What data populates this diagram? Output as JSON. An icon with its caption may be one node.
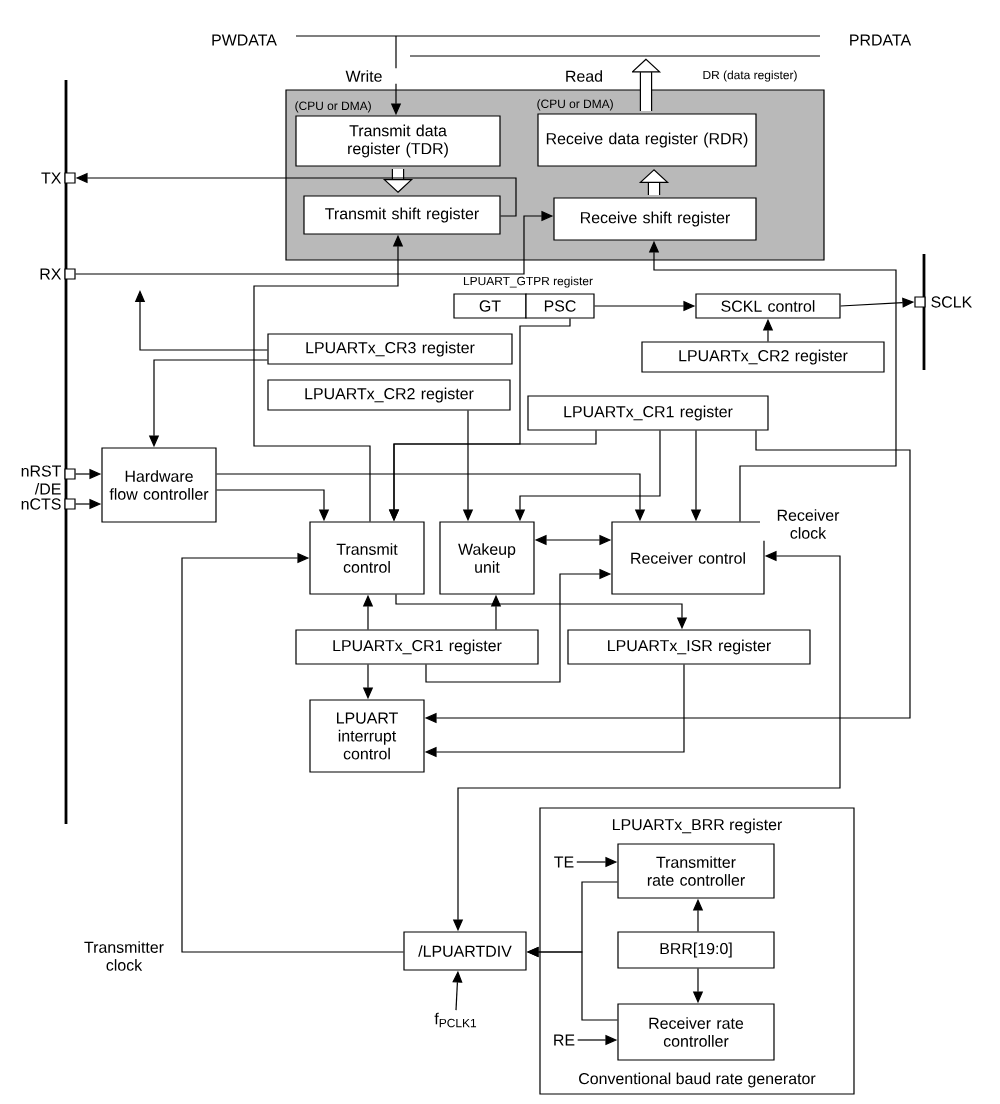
{
  "diagram": {
    "nodes": [
      {
        "text": [
          "DR (data register)"
        ]
      },
      {
        "text": [
          "Transmit data register (TDR)"
        ],
        "in": 0,
        "beside": [
          "(CPU or DMA)"
        ]
      },
      {
        "text": [
          "Receive data register (RDR)"
        ],
        "in": 0,
        "beside": [
          "(CPU or DMA)"
        ]
      },
      {
        "text": [
          "Transmit shift register"
        ],
        "in": 0
      },
      {
        "text": [
          "Receive shift register"
        ],
        "in": 0
      },
      {
        "text": [
          "TX"
        ]
      },
      {
        "text": [
          "RX"
        ]
      },
      {
        "text": [
          "nRST /DE"
        ]
      },
      {
        "text": [
          "nCTS"
        ]
      },
      {
        "text": [
          "SCLK"
        ]
      },
      {
        "text": [
          "GT"
        ]
      },
      {
        "text": [
          "PSC"
        ]
      },
      {
        "text": [
          "SCKL control"
        ]
      },
      {
        "text": [
          "LPUARTx_CR2 register"
        ]
      },
      {
        "text": [
          "LPUARTx_CR3 register"
        ]
      },
      {
        "text": [
          "LPUARTx_CR2 register"
        ]
      },
      {
        "text": [
          "LPUARTx_CR1 register"
        ]
      },
      {
        "text": [
          "Hardware flow controller"
        ]
      },
      {
        "text": [
          "Transmit control"
        ]
      },
      {
        "text": [
          "Wakeup unit"
        ]
      },
      {
        "text": [
          "Receiver control"
        ]
      },
      {
        "text": [
          "LPUARTx_CR1 register"
        ]
      },
      {
        "text": [
          "LPUARTx_ISR register"
        ]
      },
      {
        "text": [
          "LPUART interrupt control"
        ]
      },
      {
        "text": [
          "LPUARTx_BRR register",
          "Conventional baud rate generator"
        ]
      },
      {
        "text": [
          "Transmitter rate controller"
        ],
        "in": 24
      },
      {
        "text": [
          "BRR[19:0]"
        ],
        "in": 24
      },
      {
        "text": [
          "Receiver rate controller"
        ],
        "in": 24
      },
      {
        "text": [
          "/LPUARTDIV"
        ]
      },
      {
        "text": [
          "TE"
        ],
        "in": 24
      },
      {
        "text": [
          "RE"
        ],
        "in": 24
      },
      {
        "text": [
          "f$_{PCLK1}$"
        ]
      }
    ],
    "edges": [
      {
        "from": null,
        "to": 1,
        "arrow": "to",
        "label": "Write"
      },
      {
        "from": 2,
        "to": null,
        "arrow": "to",
        "label": "Read",
        "style": "thick"
      },
      {
        "from": 1,
        "to": 3,
        "arrow": "to",
        "style": "thick"
      },
      {
        "from": 4,
        "to": 2,
        "arrow": "to",
        "style": "thick"
      },
      {
        "from": 3,
        "to": 5,
        "arrow": "to"
      },
      {
        "from": 6,
        "to": 4,
        "arrow": "to"
      },
      {
        "from": 18,
        "to": 3,
        "arrow": "to"
      },
      {
        "from": 20,
        "to": 4,
        "arrow": "to"
      },
      {
        "from": 11,
        "to": 12,
        "arrow": "to"
      },
      {
        "from": 12,
        "to": 9,
        "arrow": "to"
      },
      {
        "from": 13,
        "to": 12,
        "arrow": "to"
      },
      {
        "from": 14,
        "to": null,
        "arrow": "to"
      },
      {
        "from": 14,
        "to": 17,
        "arrow": "to"
      },
      {
        "from": 7,
        "to": 17,
        "arrow": "to"
      },
      {
        "from": 8,
        "to": 17,
        "arrow": "to"
      },
      {
        "from": 17,
        "to": 20,
        "arrow": "to"
      },
      {
        "from": 17,
        "to": 18,
        "arrow": "to"
      },
      {
        "from": 15,
        "to": 19,
        "arrow": "to"
      },
      {
        "from": 16,
        "to": 18,
        "arrow": "to"
      },
      {
        "from": 16,
        "to": 19,
        "arrow": "to"
      },
      {
        "from": 16,
        "to": 20,
        "arrow": "to"
      },
      {
        "from": 16,
        "to": 23,
        "arrow": "to"
      },
      {
        "from": 19,
        "to": 20,
        "arrow": "both"
      },
      {
        "from": 21,
        "to": 20,
        "arrow": "to"
      },
      {
        "from": 21,
        "to": 18,
        "arrow": "to"
      },
      {
        "from": 21,
        "to": 19,
        "arrow": "to"
      },
      {
        "from": 18,
        "to": 22,
        "arrow": "to"
      },
      {
        "from": 21,
        "to": 23,
        "arrow": "to"
      },
      {
        "from": 22,
        "to": 23,
        "arrow": "to"
      },
      {
        "from": 28,
        "to": 20,
        "arrow": "both",
        "label": "Receiver clock"
      },
      {
        "from": 28,
        "to": 18,
        "arrow": "to",
        "label": "Transmitter clock"
      },
      {
        "from": 25,
        "to": 28,
        "arrow": "to"
      },
      {
        "from": 27,
        "to": 28,
        "arrow": "to"
      },
      {
        "from": 26,
        "to": 25,
        "arrow": "to"
      },
      {
        "from": 26,
        "to": 27,
        "arrow": "to"
      },
      {
        "from": 29,
        "to": 25,
        "arrow": "to"
      },
      {
        "from": 30,
        "to": 27,
        "arrow": "to"
      },
      {
        "from": 31,
        "to": 28,
        "arrow": "to"
      },
      {
        "from": 11,
        "to": 18,
        "arrow": "to"
      }
    ],
    "labels": [
      "PWDATA",
      "PRDATA",
      "LPUART_GTPR register"
    ]
  }
}
